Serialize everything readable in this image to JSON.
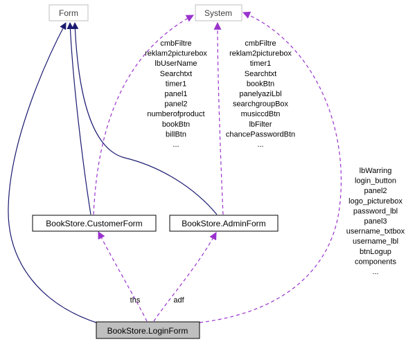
{
  "nodes": {
    "form": "Form",
    "system": "System",
    "customer_form": "BookStore.CustomerForm",
    "admin_form": "BookStore.AdminForm",
    "login_form": "BookStore.LoginForm"
  },
  "edges": {
    "customer_system_fields": [
      "cmbFiltre",
      "reklam2picturebox",
      "lbUserName",
      "Searchtxt",
      "timer1",
      "panel1",
      "panel2",
      "numberofproduct",
      "bookBtn",
      "billBtn",
      "..."
    ],
    "admin_system_fields": [
      "cmbFiltre",
      "reklam2picturebox",
      "timer1",
      "Searchtxt",
      "bookBtn",
      "panelyaziLbl",
      "searchgroupBox",
      "musiccdBtn",
      "lbFilter",
      "chancePasswordBtn",
      "..."
    ],
    "login_system_fields": [
      "lbWarring",
      "login_button",
      "panel2",
      "logo_picturebox",
      "password_lbl",
      "panel3",
      "username_txtbox",
      "username_lbl",
      "btnLogup",
      "components",
      "..."
    ],
    "ths_label": "ths",
    "adf_label": "adf"
  },
  "colors": {
    "inheritance": "#191970",
    "usage": "#9a32cd",
    "box_border": "#000000",
    "muted_border": "#bfbfbf",
    "highlight_fill": "#bfbfbf"
  }
}
